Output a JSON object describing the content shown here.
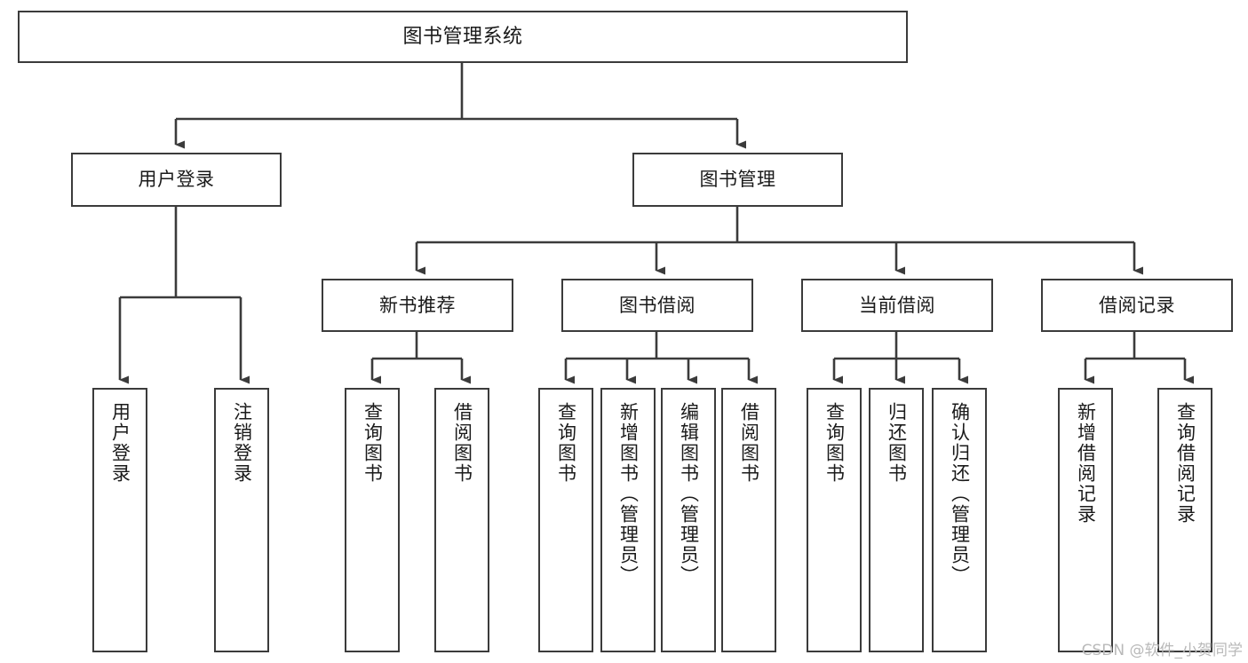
{
  "diagram": {
    "type": "tree",
    "title": "图书管理系统",
    "stroke_color": "#3b3b3b",
    "fill_color": "#ffffff",
    "text_color": "#1a1a1a",
    "watermark": "CSDN @软件_小贺同学"
  },
  "nodes": {
    "root": {
      "label": "图书管理系统"
    },
    "level1": [
      {
        "label": "用户登录"
      },
      {
        "label": "图书管理"
      }
    ],
    "level2": [
      {
        "label": "新书推荐"
      },
      {
        "label": "图书借阅"
      },
      {
        "label": "当前借阅"
      },
      {
        "label": "借阅记录"
      }
    ],
    "leaves_user_login": [
      {
        "label": "用户登录"
      },
      {
        "label": "注销登录"
      }
    ],
    "leaves_new_books": [
      {
        "label": "查询图书"
      },
      {
        "label": "借阅图书"
      }
    ],
    "leaves_borrow": [
      {
        "label": "查询图书"
      },
      {
        "label": "新增图书（管理员）"
      },
      {
        "label": "编辑图书（管理员）"
      },
      {
        "label": "借阅图书"
      }
    ],
    "leaves_current": [
      {
        "label": "查询图书"
      },
      {
        "label": "归还图书"
      },
      {
        "label": "确认归还（管理员）"
      }
    ],
    "leaves_records": [
      {
        "label": "新增借阅记录"
      },
      {
        "label": "查询借阅记录"
      }
    ]
  }
}
